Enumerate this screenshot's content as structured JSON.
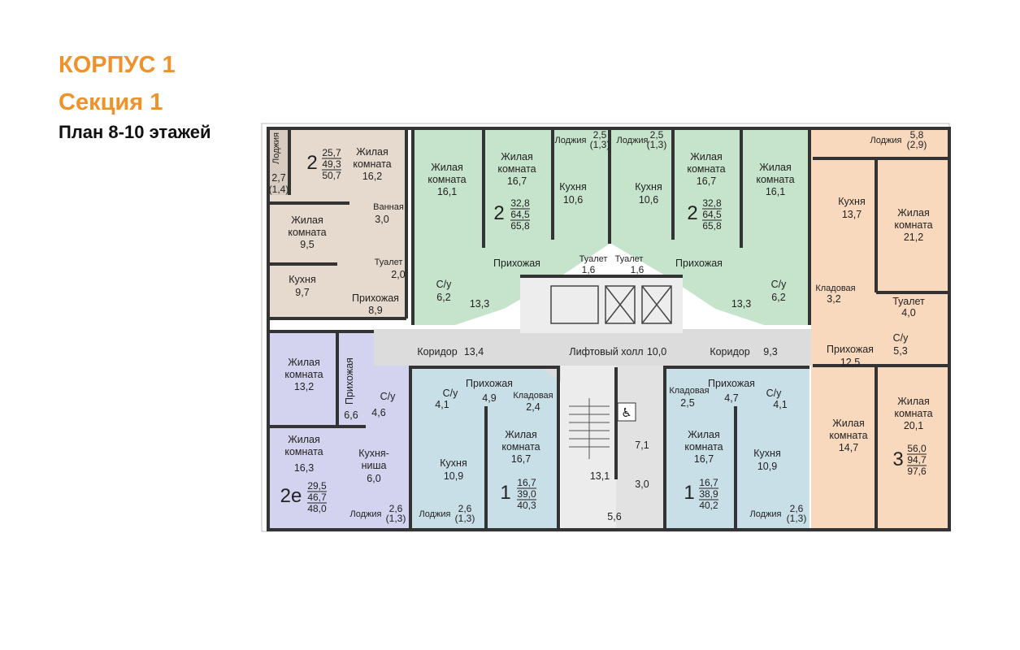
{
  "header": {
    "building": "КОРПУС 1",
    "section": "Секция 1",
    "floors": "План 8-10 этажей"
  },
  "colors": {
    "title": "#f0922a",
    "beige": "#e6d9cd",
    "green": "#c6e3cc",
    "peach": "#f8d9be",
    "lavender": "#d3d3ef",
    "blue": "#c9dfe8",
    "common": "#dcdcdc",
    "wall": "#333333"
  },
  "apartments": {
    "a_tl": {
      "rooms": "2",
      "living": "25,7",
      "total_no_loggia": "49,3",
      "total": "50,7"
    },
    "a_gl": {
      "rooms": "2",
      "living": "32,8",
      "total_no_loggia": "64,5",
      "total": "65,8"
    },
    "a_gr": {
      "rooms": "2",
      "living": "32,8",
      "total_no_loggia": "64,5",
      "total": "65,8"
    },
    "a_r": {
      "rooms": "3",
      "living": "56,0",
      "total_no_loggia": "94,7",
      "total": "97,6"
    },
    "a_bl": {
      "rooms": "2е",
      "living": "29,5",
      "total_no_loggia": "46,7",
      "total": "48,0"
    },
    "a_b1": {
      "rooms": "1",
      "living": "16,7",
      "total_no_loggia": "39,0",
      "total": "40,3"
    },
    "a_b2": {
      "rooms": "1",
      "living": "16,7",
      "total_no_loggia": "38,9",
      "total": "40,2"
    }
  },
  "rooms": {
    "loggia": "Лоджия",
    "living": "Жилая",
    "room": "комната",
    "kitchen": "Кухня",
    "hall": "Прихожая",
    "bath": "Ванная",
    "toilet": "Туалет",
    "su": "С/у",
    "storage": "Кладовая",
    "niche1": "Кухня-",
    "niche2": "ниша",
    "corridor": "Коридор",
    "lift_hall": "Лифтовый холл"
  },
  "areas": {
    "tl_loggia": "2,7",
    "tl_loggia_r": "(1,4)",
    "tl_lr1": "16,2",
    "tl_lr2": "9,5",
    "tl_bath": "3,0",
    "tl_toilet": "2,0",
    "tl_kitchen": "9,7",
    "tl_hall": "8,9",
    "gl_lr1": "16,1",
    "gl_lr2": "16,7",
    "gl_kitchen": "10,6",
    "gl_loggia": "2,5",
    "gl_loggia_r": "(1,3)",
    "gl_toilet": "1,6",
    "gl_su": "6,2",
    "gl_hall": "13,3",
    "gr_lr1": "16,1",
    "gr_lr2": "16,7",
    "gr_kitchen": "10,6",
    "gr_loggia": "2,5",
    "gr_loggia_r": "(1,3)",
    "gr_toilet": "1,6",
    "gr_su": "6,2",
    "gr_hall": "13,3",
    "r_loggia": "5,8",
    "r_loggia_r": "(2,9)",
    "r_kitchen": "13,7",
    "r_lr1": "21,2",
    "r_storage": "3,2",
    "r_toilet": "4,0",
    "r_su": "5,3",
    "r_hall": "12,5",
    "r_lr2": "14,7",
    "r_lr3": "20,1",
    "bl_lr1": "13,2",
    "bl_hall": "6,6",
    "bl_su": "4,6",
    "bl_lr2": "16,3",
    "bl_niche": "6,0",
    "bl_loggia": "2,6",
    "bl_loggia_r": "(1,3)",
    "b1_su": "4,1",
    "b1_hall": "4,9",
    "b1_storage": "2,4",
    "b1_kitchen": "10,9",
    "b1_lr": "16,7",
    "b1_loggia": "2,6",
    "b1_loggia_r": "(1,3)",
    "b2_storage": "2,5",
    "b2_hall": "4,7",
    "b2_su": "4,1",
    "b2_lr": "16,7",
    "b2_kitchen": "10,9",
    "b2_loggia": "2,6",
    "b2_loggia_r": "(1,3)",
    "corr_l": "13,4",
    "lift": "10,0",
    "corr_r": "9,3",
    "stair": "13,1",
    "c71": "7,1",
    "c30": "3,0",
    "c56": "5,6"
  }
}
